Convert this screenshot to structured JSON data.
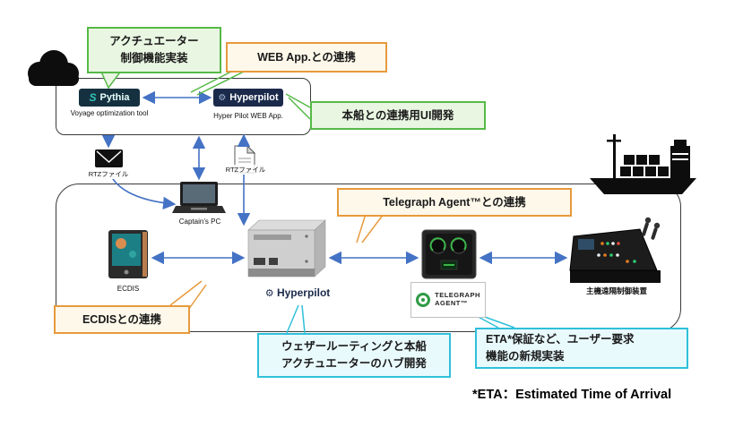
{
  "colors": {
    "arrow_blue": "#4472C4",
    "callout_green_border": "#56B947",
    "callout_green_bg": "#E9F6E2",
    "callout_orange_border": "#E79A3C",
    "callout_orange_bg": "#FDF8EA",
    "callout_cyan_border": "#2FC0D9",
    "callout_cyan_bg": "#E9FAFD",
    "pythia_logo_bg": "#15313F",
    "pythia_logo_teal": "#2EC4B6",
    "hyperpilot_logo_bg": "#1B2A4A",
    "telegraph_green": "#2E9B45"
  },
  "top_section": {
    "pythia_logo_mark": "S",
    "pythia_logo": "Pythia",
    "pythia_caption": "Voyage optimization tool",
    "hyperpilot_logo": "Hyperpilot",
    "hyperpilot_caption": "Hyper Pilot WEB App.",
    "gear": "⚙"
  },
  "callouts": {
    "actuator_line1": "アクチュエーター",
    "actuator_line2": "制御機能実装",
    "webapp": "WEB App.との連携",
    "ui_dev": "本船との連携用UI開発",
    "telegraph": "Telegraph Agent™との連携",
    "ecdis": "ECDISとの連携",
    "hub_line1": "ウェザールーティングと本船",
    "hub_line2": "アクチュエーターのハブ開発",
    "eta_line1": "ETA*保証など、ユーザー要求",
    "eta_line2": "機能の新規実装"
  },
  "labels": {
    "rtz_mail": "RTZファイル",
    "rtz_doc": "RTZファイル",
    "captains_pc": "Captain’s PC",
    "ecdis": "ECDIS",
    "hub": "Hyperpilot",
    "engine_control": "主機遠隔制御装置",
    "telegraph_badge_line1": "TELEGRAPH",
    "telegraph_badge_line2": "AGENT™"
  },
  "footnote": "*ETA：Estimated Time of Arrival"
}
